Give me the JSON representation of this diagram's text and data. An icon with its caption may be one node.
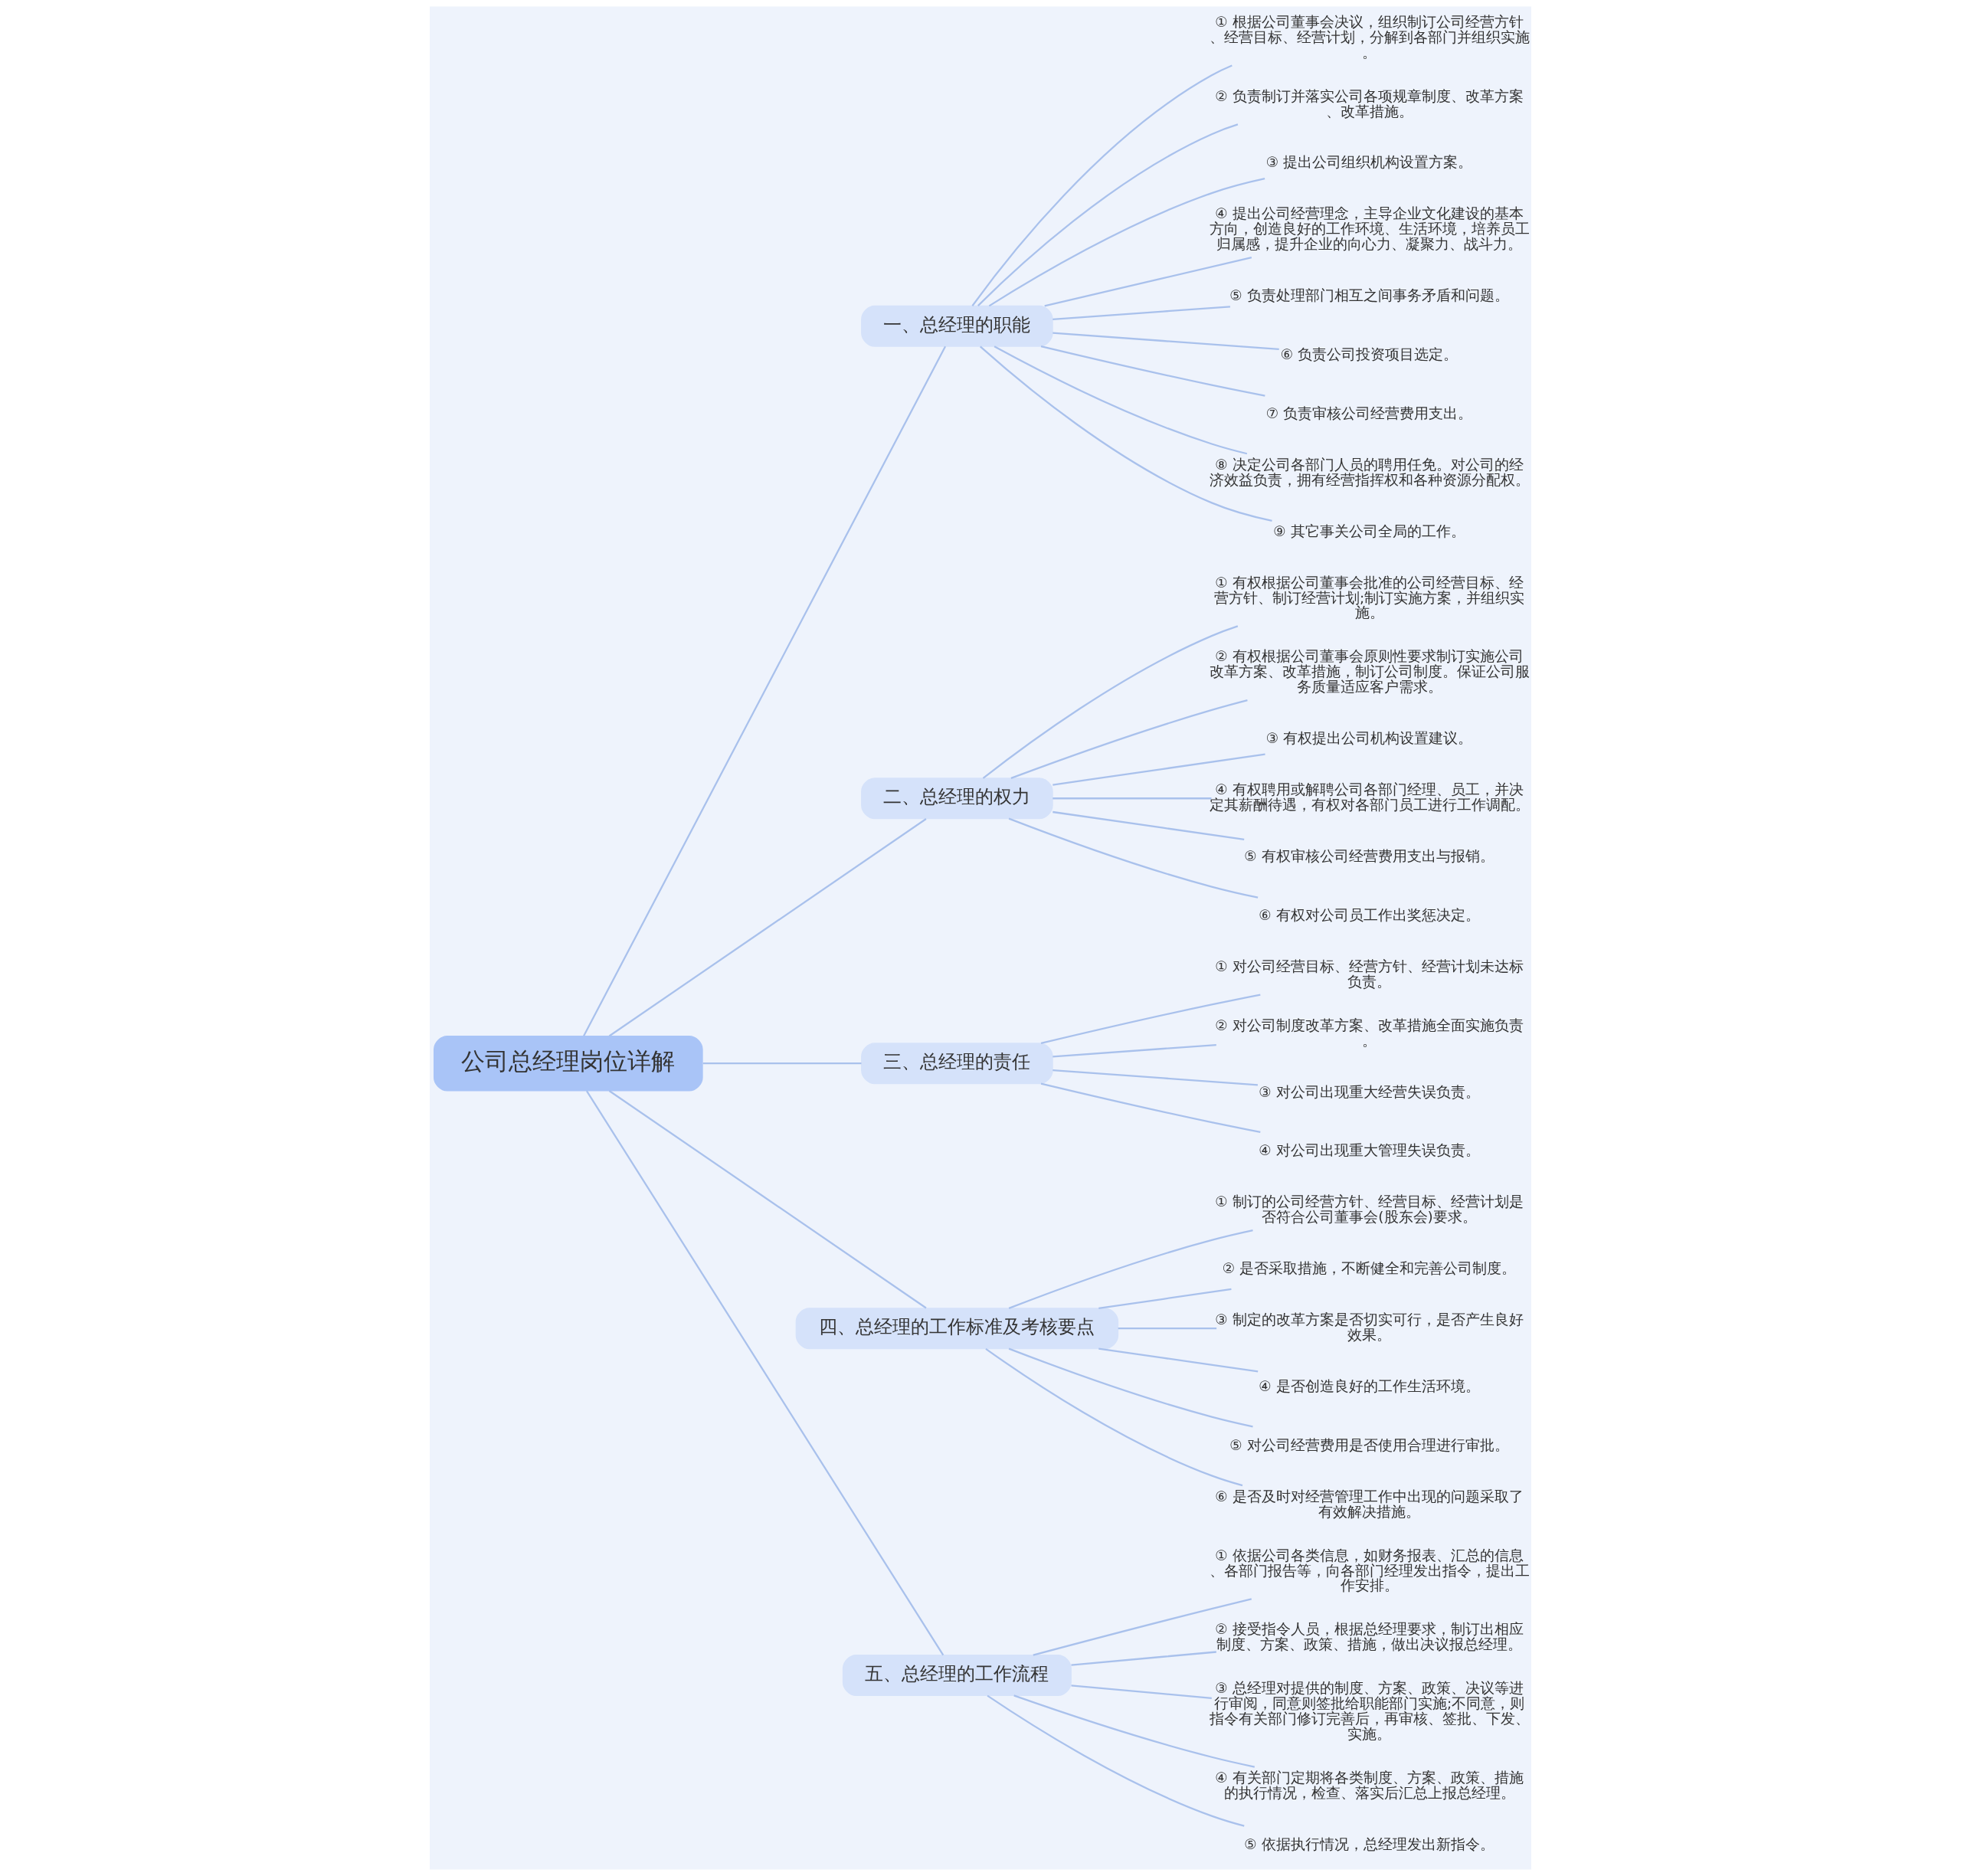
{
  "diagram": {
    "nodes": [
      {
        "text": [
          "公司总经理岗位详解"
        ]
      },
      {
        "text": [
          "一、总经理的职能"
        ]
      },
      {
        "text": [
          "① 根据公司董事会决议，组织制订公司经营方针、经营目标、经营计划，分解到各部门并组织实施。"
        ]
      },
      {
        "text": [
          "② 负责制订并落实公司各项规章制度、改革方案、改革措施。"
        ]
      },
      {
        "text": [
          "③ 提出公司组织机构设置方案。"
        ]
      },
      {
        "text": [
          "④ 提出公司经营理念，主导企业文化建设的基本方向，创造良好的工作环境、生活环境，培养员工归属感，提升企业的向心力、凝聚力、战斗力。"
        ]
      },
      {
        "text": [
          "⑤ 负责处理部门相互之间事务矛盾和问题。"
        ]
      },
      {
        "text": [
          "⑥ 负责公司投资项目选定。"
        ]
      },
      {
        "text": [
          "⑦ 负责审核公司经营费用支出。"
        ]
      },
      {
        "text": [
          "⑧ 决定公司各部门人员的聘用任免。对公司的经济效益负责，拥有经营指挥权和各种资源分配权。"
        ]
      },
      {
        "text": [
          "⑨ 其它事关公司全局的工作。"
        ]
      },
      {
        "text": [
          "二、总经理的权力"
        ]
      },
      {
        "text": [
          "① 有权根据公司董事会批准的公司经营目标、经营方针、制订经营计划;制订实施方案，并组织实施。"
        ]
      },
      {
        "text": [
          "② 有权根据公司董事会原则性要求制订实施公司改革方案、改革措施，制订公司制度。保证公司服务质量适应客户需求。"
        ]
      },
      {
        "text": [
          "③ 有权提出公司机构设置建议。"
        ]
      },
      {
        "text": [
          "④ 有权聘用或解聘公司各部门经理、员工，并决定其薪酬待遇，有权对各部门员工进行工作调配。"
        ]
      },
      {
        "text": [
          "⑤ 有权审核公司经营费用支出与报销。"
        ]
      },
      {
        "text": [
          "⑥ 有权对公司员工作出奖惩决定。"
        ]
      },
      {
        "text": [
          "三、总经理的责任"
        ]
      },
      {
        "text": [
          "① 对公司经营目标、经营方针、经营计划未达标负责。"
        ]
      },
      {
        "text": [
          "② 对公司制度改革方案、改革措施全面实施负责。"
        ]
      },
      {
        "text": [
          "③ 对公司出现重大经营失误负责。"
        ]
      },
      {
        "text": [
          "④ 对公司出现重大管理失误负责。"
        ]
      },
      {
        "text": [
          "四、总经理的工作标准及考核要点"
        ]
      },
      {
        "text": [
          "① 制订的公司经营方针、经营目标、经营计划是否符合公司董事会(股东会)要求。"
        ]
      },
      {
        "text": [
          "② 是否采取措施，不断健全和完善公司制度。"
        ]
      },
      {
        "text": [
          "③ 制定的改革方案是否切实可行，是否产生良好效果。"
        ]
      },
      {
        "text": [
          "④ 是否创造良好的工作生活环境。"
        ]
      },
      {
        "text": [
          "⑤ 对公司经营费用是否使用合理进行审批。"
        ]
      },
      {
        "text": [
          "⑥ 是否及时对经营管理工作中出现的问题采取了有效解决措施。"
        ]
      },
      {
        "text": [
          "五、总经理的工作流程"
        ]
      },
      {
        "text": [
          "① 依据公司各类信息，如财务报表、汇总的信息、各部门报告等，向各部门经理发出指令，提出工作安排。"
        ]
      },
      {
        "text": [
          "② 接受指令人员，根据总经理要求，制订出相应制度、方案、政策、措施，做出决议报总经理。"
        ]
      },
      {
        "text": [
          "③ 总经理对提供的制度、方案、政策、决议等进行审阅，同意则签批给职能部门实施;不同意，则指令有关部门修订完善后，再审核、签批、下发、实施。"
        ]
      },
      {
        "text": [
          "④ 有关部门定期将各类制度、方案、政策、措施的执行情况，检查、落实后汇总上报总经理。"
        ]
      },
      {
        "text": [
          "⑤ 依据执行情况，总经理发出新指令。"
        ]
      }
    ],
    "edges": [
      {
        "from": 0,
        "to": 1,
        "arrow": "none"
      },
      {
        "from": 1,
        "to": 2,
        "arrow": "none"
      },
      {
        "from": 1,
        "to": 3,
        "arrow": "none"
      },
      {
        "from": 1,
        "to": 4,
        "arrow": "none"
      },
      {
        "from": 1,
        "to": 5,
        "arrow": "none"
      },
      {
        "from": 1,
        "to": 6,
        "arrow": "none"
      },
      {
        "from": 1,
        "to": 7,
        "arrow": "none"
      },
      {
        "from": 1,
        "to": 8,
        "arrow": "none"
      },
      {
        "from": 1,
        "to": 9,
        "arrow": "none"
      },
      {
        "from": 1,
        "to": 10,
        "arrow": "none"
      },
      {
        "from": 0,
        "to": 11,
        "arrow": "none"
      },
      {
        "from": 11,
        "to": 12,
        "arrow": "none"
      },
      {
        "from": 11,
        "to": 13,
        "arrow": "none"
      },
      {
        "from": 11,
        "to": 14,
        "arrow": "none"
      },
      {
        "from": 11,
        "to": 15,
        "arrow": "none"
      },
      {
        "from": 11,
        "to": 16,
        "arrow": "none"
      },
      {
        "from": 11,
        "to": 17,
        "arrow": "none"
      },
      {
        "from": 0,
        "to": 18,
        "arrow": "none"
      },
      {
        "from": 18,
        "to": 19,
        "arrow": "none"
      },
      {
        "from": 18,
        "to": 20,
        "arrow": "none"
      },
      {
        "from": 18,
        "to": 21,
        "arrow": "none"
      },
      {
        "from": 18,
        "to": 22,
        "arrow": "none"
      },
      {
        "from": 0,
        "to": 23,
        "arrow": "none"
      },
      {
        "from": 23,
        "to": 24,
        "arrow": "none"
      },
      {
        "from": 23,
        "to": 25,
        "arrow": "none"
      },
      {
        "from": 23,
        "to": 26,
        "arrow": "none"
      },
      {
        "from": 23,
        "to": 27,
        "arrow": "none"
      },
      {
        "from": 23,
        "to": 28,
        "arrow": "none"
      },
      {
        "from": 23,
        "to": 29,
        "arrow": "none"
      },
      {
        "from": 0,
        "to": 30,
        "arrow": "none"
      },
      {
        "from": 30,
        "to": 31,
        "arrow": "none"
      },
      {
        "from": 30,
        "to": 32,
        "arrow": "none"
      },
      {
        "from": 30,
        "to": 33,
        "arrow": "none"
      },
      {
        "from": 30,
        "to": 34,
        "arrow": "none"
      },
      {
        "from": 30,
        "to": 35,
        "arrow": "none"
      }
    ]
  }
}
